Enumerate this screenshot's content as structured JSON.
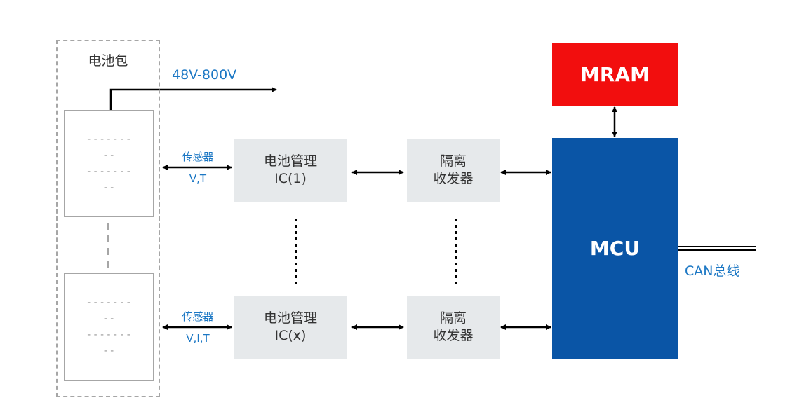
{
  "pack": {
    "title": "电池包",
    "cell_top": [
      "-------",
      "--",
      "-------",
      "--"
    ],
    "cell_bottom": [
      "-------",
      "--",
      "-------",
      "--"
    ]
  },
  "voltage_label": "48V-800V",
  "row1": {
    "sensor": "传感器",
    "signals": "V,T",
    "ic_line1": "电池管理",
    "ic_line2": "IC(1)",
    "iso_line1": "隔离",
    "iso_line2": "收发器"
  },
  "row2": {
    "sensor": "传感器",
    "signals": "V,I,T",
    "ic_line1": "电池管理",
    "ic_line2": "IC(x)",
    "iso_line1": "隔离",
    "iso_line2": "收发器"
  },
  "mram": "MRAM",
  "mcu": "MCU",
  "bus_label": "CAN总线",
  "colors": {
    "mram": "#f20e0e",
    "mcu": "#0a55a6",
    "label_blue": "#1b77c4",
    "box_gray": "#e6e9eb"
  }
}
